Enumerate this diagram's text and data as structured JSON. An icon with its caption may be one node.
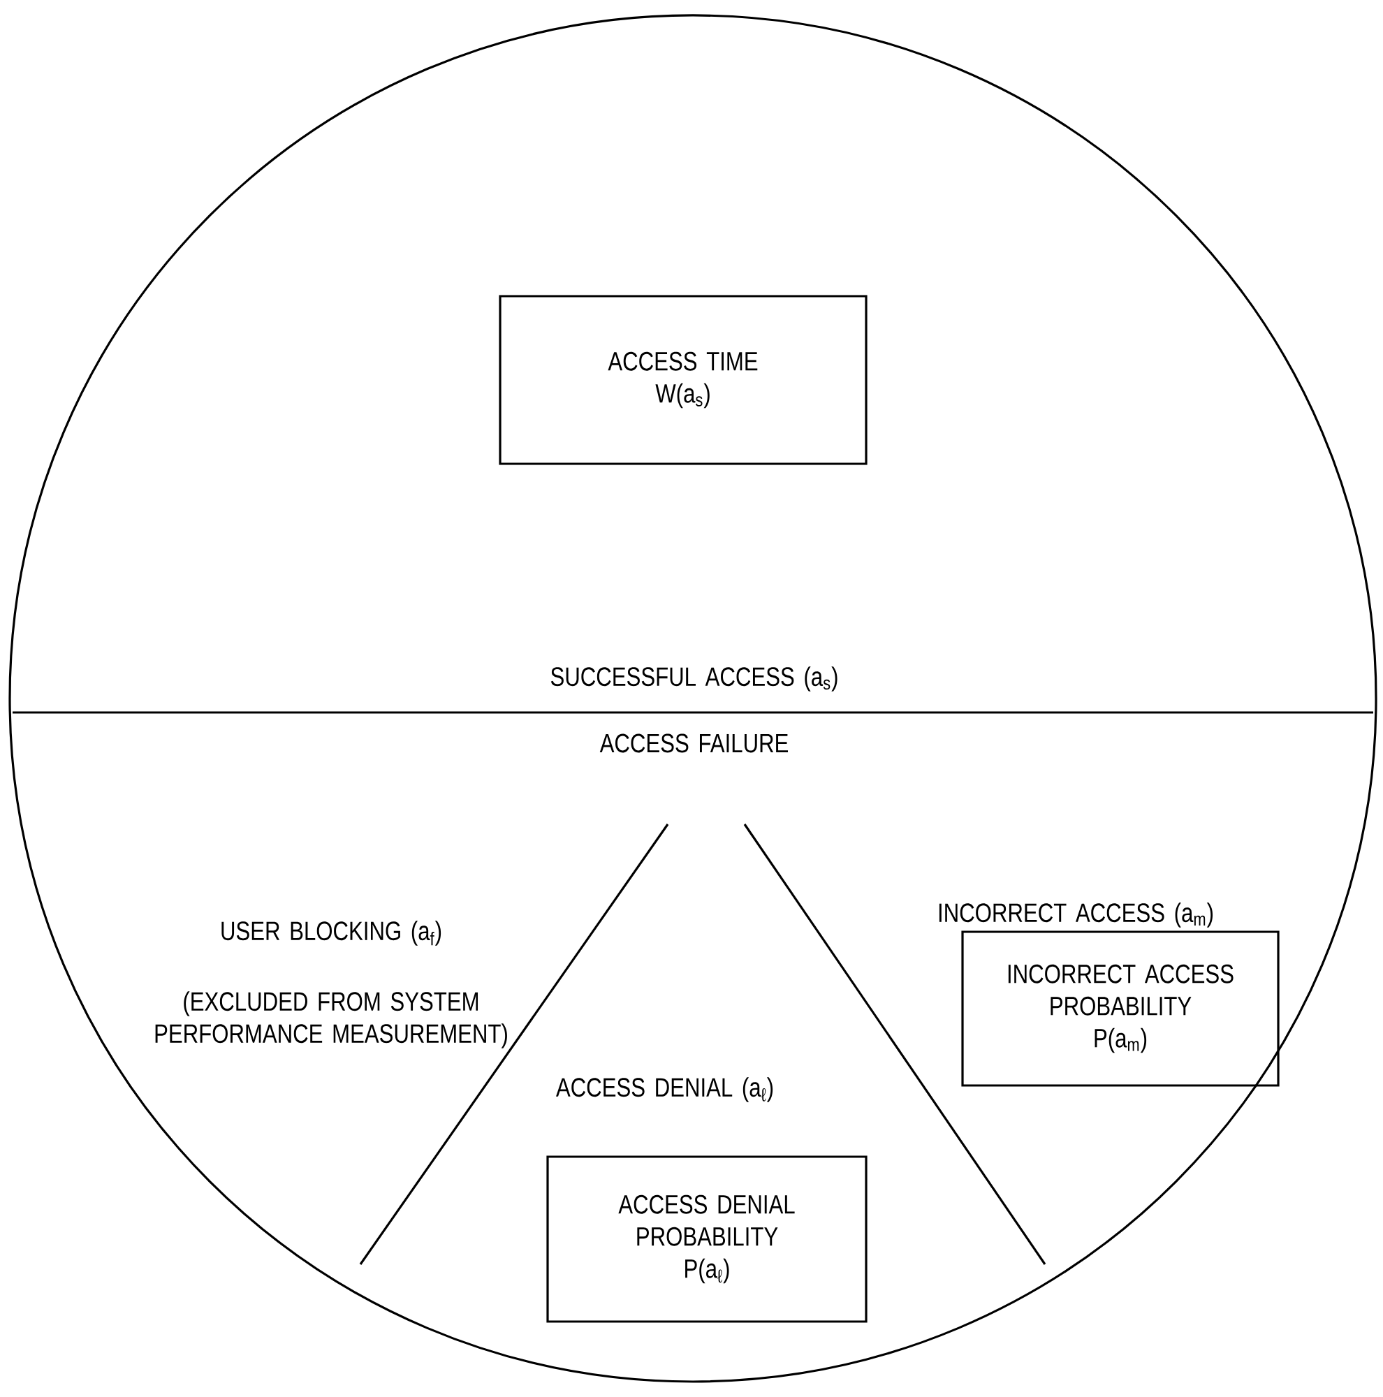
{
  "diagram": {
    "nodes": [
      {
        "text": [],
        "shape": "circle"
      },
      {
        "text": [
          "ACCESS TIME",
          "W(a$_{s}$)"
        ],
        "in": 0
      },
      {
        "text": [
          "INCORRECT ACCESS PROBABILITY",
          "P(a$_{m}$)"
        ],
        "in": 0
      },
      {
        "text": [
          "ACCESS DENIAL PROBABILITY",
          "P(a$_{ℓ}$)"
        ],
        "in": 0
      }
    ],
    "edges": [],
    "labels": [
      "SUCCESSFUL ACCESS (a$_{s}$)",
      "ACCESS FAILURE",
      "USER BLOCKING (a$_{f}$)",
      "(EXCLUDED FROM SYSTEM PERFORMANCE MEASUREMENT)",
      "INCORRECT ACCESS (a$_{m}$)",
      "ACCESS DENIAL (a$_{ℓ}$)"
    ]
  }
}
